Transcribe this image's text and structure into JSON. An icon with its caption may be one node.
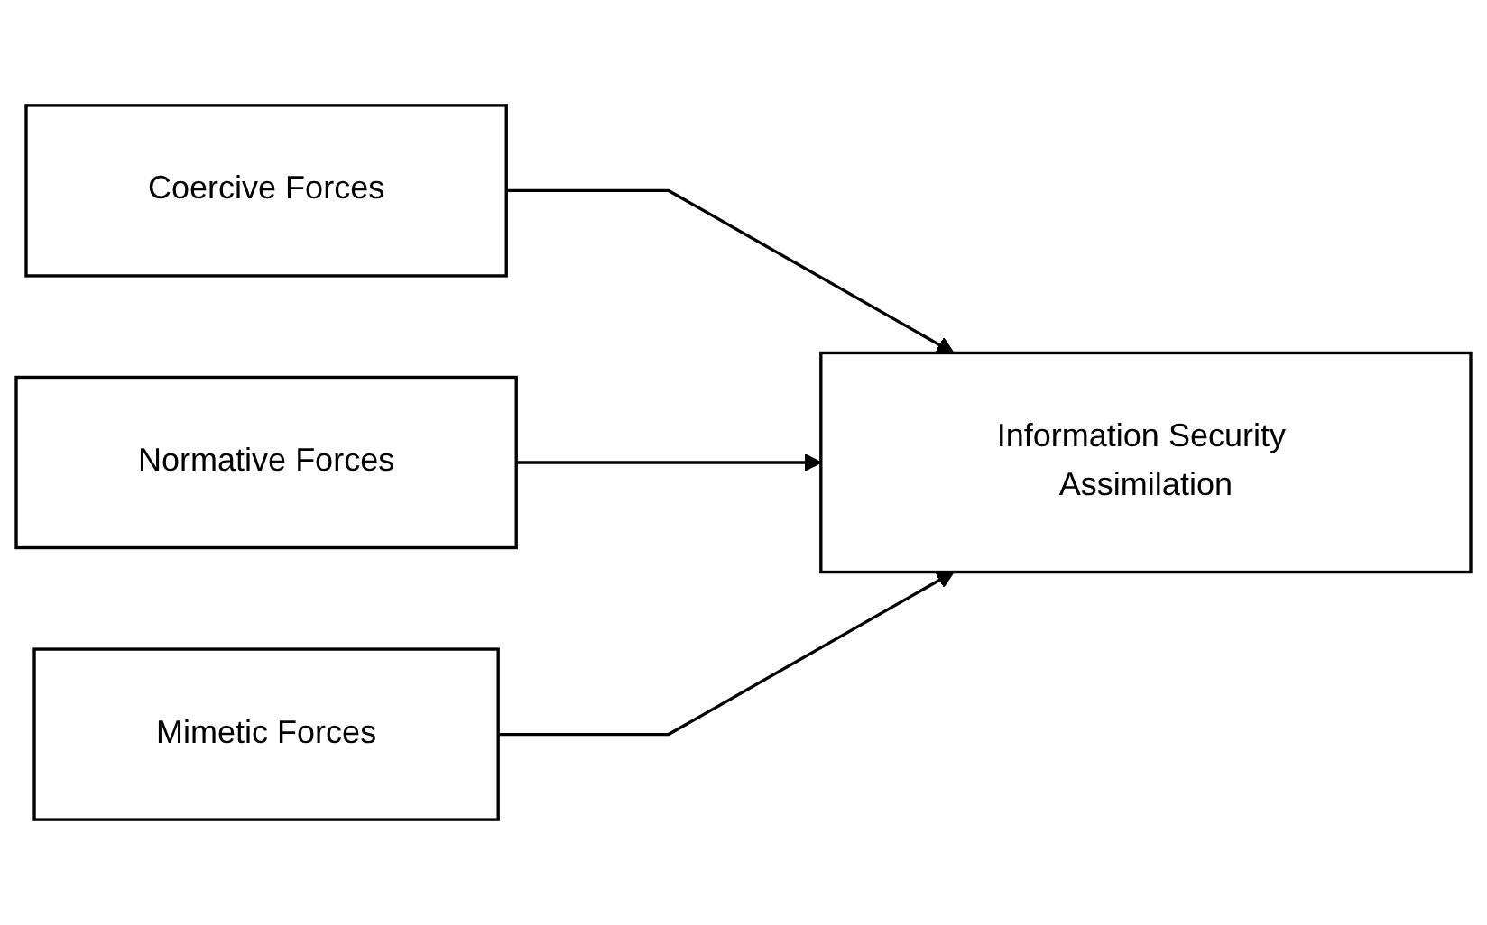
{
  "diagram": {
    "nodes": [
      {
        "text": [
          "Coercive Forces"
        ]
      },
      {
        "text": [
          "Normative Forces"
        ]
      },
      {
        "text": [
          "Mimetic Forces"
        ]
      },
      {
        "text": [
          "Information Security Assimilation"
        ]
      }
    ],
    "edges": [
      {
        "from": 0,
        "to": 3,
        "arrow": "to"
      },
      {
        "from": 1,
        "to": 3,
        "arrow": "to"
      },
      {
        "from": 2,
        "to": 3,
        "arrow": "to"
      }
    ]
  }
}
